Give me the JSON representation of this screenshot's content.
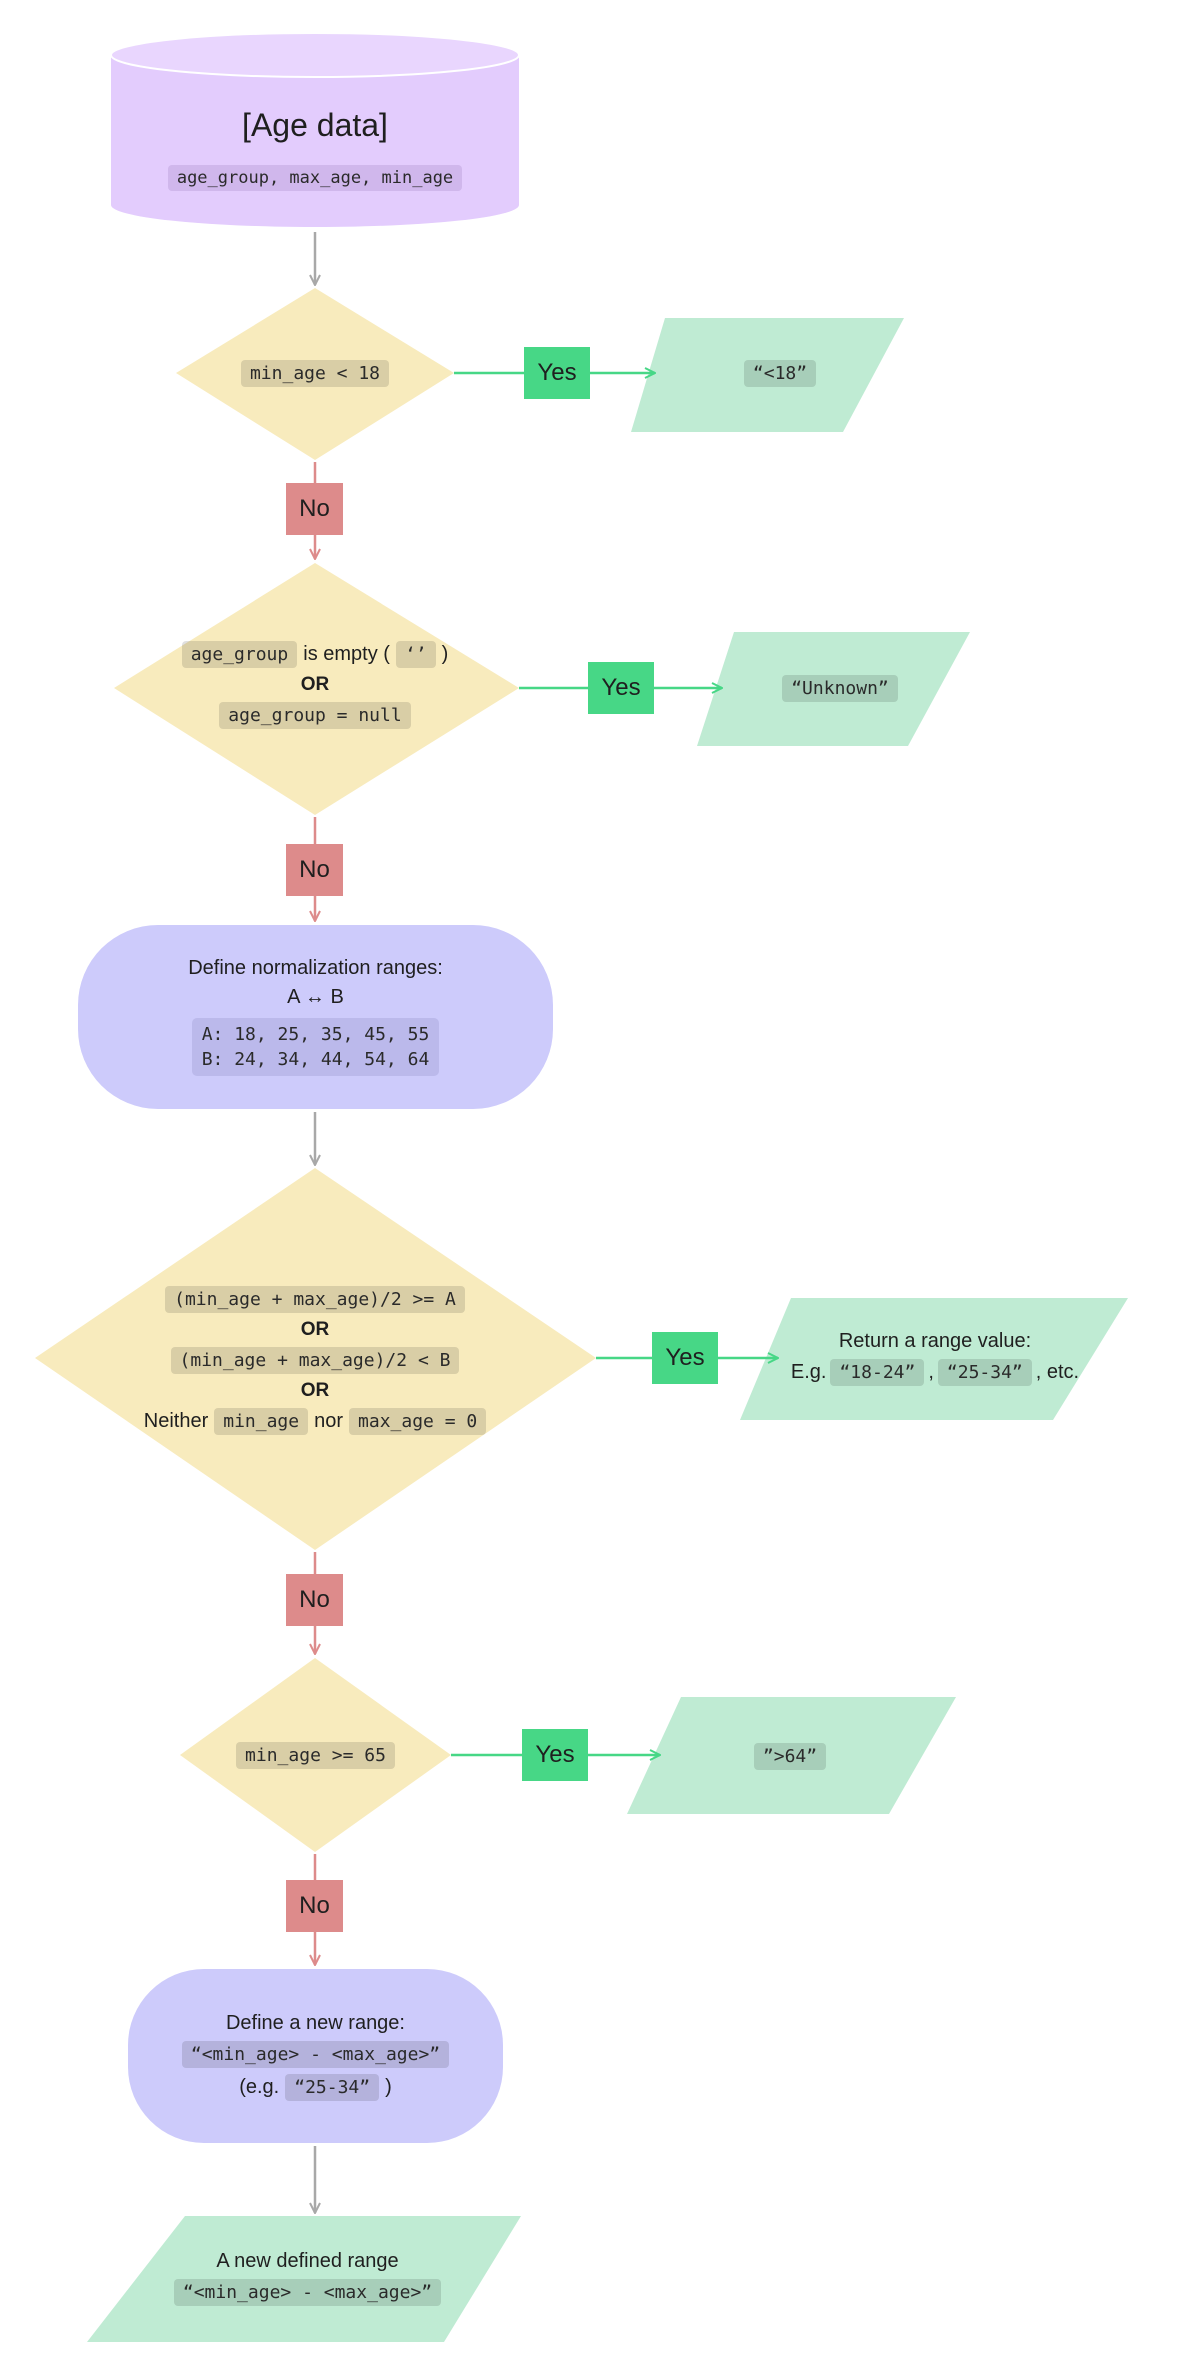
{
  "colors": {
    "database": "#e3ccfd",
    "decision": "#f8ebbd",
    "process": "#cdcbfb",
    "output": "#bfebd3",
    "yes": "#47d786",
    "no": "#dd8b8b",
    "arrow_neutral": "#a8a8a8",
    "arrow_yes": "#47d786",
    "arrow_no": "#dd8b8b"
  },
  "db": {
    "title": "[Age data]",
    "fields": "age_group, max_age, min_age"
  },
  "d1": {
    "cond": "min_age < 18"
  },
  "o1": {
    "value": "“<18”"
  },
  "d2": {
    "code1": "age_group",
    "text1": "is empty (",
    "code2": "‘’",
    "text2": ")",
    "or": "OR",
    "code3": "age_group = null"
  },
  "o2": {
    "value": "“Unknown”"
  },
  "p1": {
    "title": "Define normalization ranges:",
    "ab": "A ↔ B",
    "a": "A: 18, 25, 35, 45, 55",
    "b": "B: 24, 34, 44, 54, 64"
  },
  "d3": {
    "cond1": "(min_age + max_age)/2 >= A",
    "or1": "OR",
    "cond2": "(min_age + max_age)/2 < B",
    "or2": "OR",
    "neither": "Neither",
    "code_min": "min_age",
    "nor": "nor",
    "code_max": "max_age = 0"
  },
  "o3": {
    "title": "Return a range value:",
    "eg": "E.g.",
    "v1": "“18-24”",
    "comma": ",",
    "v2": "“25-34”",
    "etc": ", etc."
  },
  "d4": {
    "cond": "min_age >= 65"
  },
  "o4": {
    "value": "”>64”"
  },
  "p2": {
    "title": "Define a new range:",
    "code": "“<min_age> - <max_age>”",
    "eg_open": "(e.g.",
    "eg_val": "“25-34”",
    "eg_close": ")"
  },
  "o5": {
    "title": "A new defined range",
    "code": "“<min_age> - <max_age>”"
  },
  "labels": {
    "yes": "Yes",
    "no": "No"
  }
}
